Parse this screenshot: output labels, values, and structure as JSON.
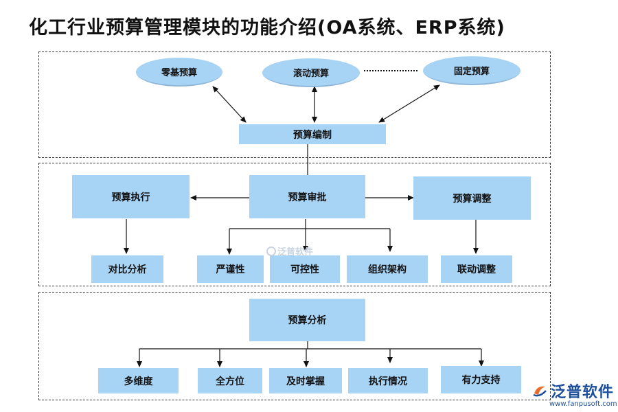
{
  "title": "化工行业预算管理模块的功能介绍(OA系统、ERP系统)",
  "section1": {
    "ellipses": [
      "零基预算",
      "滚动预算",
      "固定预算"
    ],
    "center": "预算编制"
  },
  "section2": {
    "left": "预算执行",
    "center": "预算审批",
    "right": "预算调整",
    "left_child": "对比分析",
    "center_children": [
      "严谨性",
      "可控性",
      "组织架构"
    ],
    "right_child": "联动调整"
  },
  "section3": {
    "center": "预算分析",
    "children": [
      "多维度",
      "全方位",
      "及时掌握",
      "执行情况",
      "有力支持"
    ]
  },
  "watermark": "泛普软件",
  "logo": {
    "name": "泛普软件",
    "url": "www.fanpusoft.com"
  },
  "colors": {
    "box_fill": "#a7d3f5",
    "line": "#111111",
    "logo": "#1c4f9c"
  }
}
